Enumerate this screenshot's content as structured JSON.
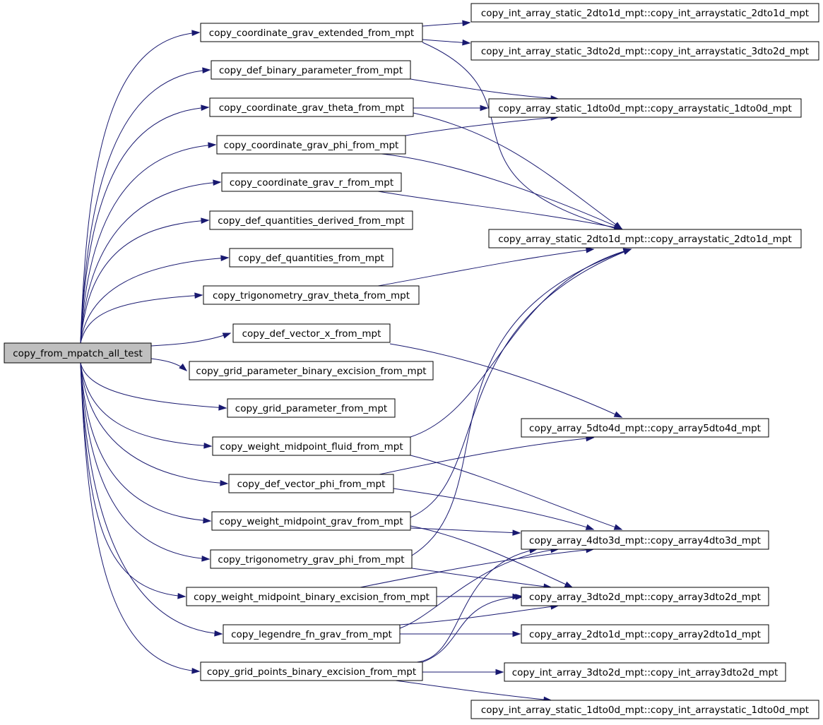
{
  "graph": {
    "type": "call-graph",
    "edge_color": "#191970",
    "root_fill": "#bfbfbf",
    "nodes": [
      {
        "id": "root",
        "label": "copy_from_mpatch_all_test",
        "root": true
      },
      {
        "id": "n1",
        "label": "copy_coordinate_grav_extended_from_mpt"
      },
      {
        "id": "n2",
        "label": "copy_def_binary_parameter_from_mpt"
      },
      {
        "id": "n3",
        "label": "copy_coordinate_grav_theta_from_mpt"
      },
      {
        "id": "n4",
        "label": "copy_coordinate_grav_phi_from_mpt"
      },
      {
        "id": "n5",
        "label": "copy_coordinate_grav_r_from_mpt"
      },
      {
        "id": "n6",
        "label": "copy_def_quantities_derived_from_mpt"
      },
      {
        "id": "n7",
        "label": "copy_def_quantities_from_mpt"
      },
      {
        "id": "n8",
        "label": "copy_trigonometry_grav_theta_from_mpt"
      },
      {
        "id": "n9",
        "label": "copy_def_vector_x_from_mpt"
      },
      {
        "id": "n10",
        "label": "copy_grid_parameter_binary_excision_from_mpt"
      },
      {
        "id": "n11",
        "label": "copy_grid_parameter_from_mpt"
      },
      {
        "id": "n12",
        "label": "copy_weight_midpoint_fluid_from_mpt"
      },
      {
        "id": "n13",
        "label": "copy_def_vector_phi_from_mpt"
      },
      {
        "id": "n14",
        "label": "copy_weight_midpoint_grav_from_mpt"
      },
      {
        "id": "n15",
        "label": "copy_trigonometry_grav_phi_from_mpt"
      },
      {
        "id": "n16",
        "label": "copy_weight_midpoint_binary_excision_from_mpt"
      },
      {
        "id": "n17",
        "label": "copy_legendre_fn_grav_from_mpt"
      },
      {
        "id": "n18",
        "label": "copy_grid_points_binary_excision_from_mpt"
      },
      {
        "id": "t1",
        "label": "copy_int_array_static_2dto1d_mpt::copy_int_arraystatic_2dto1d_mpt"
      },
      {
        "id": "t2",
        "label": "copy_int_array_static_3dto2d_mpt::copy_int_arraystatic_3dto2d_mpt"
      },
      {
        "id": "t3",
        "label": "copy_array_static_1dto0d_mpt::copy_arraystatic_1dto0d_mpt"
      },
      {
        "id": "t4",
        "label": "copy_array_static_2dto1d_mpt::copy_arraystatic_2dto1d_mpt"
      },
      {
        "id": "t5",
        "label": "copy_array_5dto4d_mpt::copy_array5dto4d_mpt"
      },
      {
        "id": "t6",
        "label": "copy_array_4dto3d_mpt::copy_array4dto3d_mpt"
      },
      {
        "id": "t7",
        "label": "copy_array_3dto2d_mpt::copy_array3dto2d_mpt"
      },
      {
        "id": "t8",
        "label": "copy_array_2dto1d_mpt::copy_array2dto1d_mpt"
      },
      {
        "id": "t9",
        "label": "copy_int_array_3dto2d_mpt::copy_int_array3dto2d_mpt"
      },
      {
        "id": "t10",
        "label": "copy_int_array_static_1dto0d_mpt::copy_int_arraystatic_1dto0d_mpt"
      }
    ],
    "edges": [
      {
        "from": "root",
        "to": "n1"
      },
      {
        "from": "root",
        "to": "n2"
      },
      {
        "from": "root",
        "to": "n3"
      },
      {
        "from": "root",
        "to": "n4"
      },
      {
        "from": "root",
        "to": "n5"
      },
      {
        "from": "root",
        "to": "n6"
      },
      {
        "from": "root",
        "to": "n7"
      },
      {
        "from": "root",
        "to": "n8"
      },
      {
        "from": "root",
        "to": "n9"
      },
      {
        "from": "root",
        "to": "n10"
      },
      {
        "from": "root",
        "to": "n11"
      },
      {
        "from": "root",
        "to": "n12"
      },
      {
        "from": "root",
        "to": "n13"
      },
      {
        "from": "root",
        "to": "n14"
      },
      {
        "from": "root",
        "to": "n15"
      },
      {
        "from": "root",
        "to": "n16"
      },
      {
        "from": "root",
        "to": "n17"
      },
      {
        "from": "root",
        "to": "n18"
      },
      {
        "from": "n1",
        "to": "t1"
      },
      {
        "from": "n1",
        "to": "t2"
      },
      {
        "from": "n1",
        "to": "t4"
      },
      {
        "from": "n2",
        "to": "t3"
      },
      {
        "from": "n3",
        "to": "t3"
      },
      {
        "from": "n3",
        "to": "t4"
      },
      {
        "from": "n4",
        "to": "t3"
      },
      {
        "from": "n4",
        "to": "t4"
      },
      {
        "from": "n5",
        "to": "t4"
      },
      {
        "from": "n8",
        "to": "t4"
      },
      {
        "from": "n9",
        "to": "t5"
      },
      {
        "from": "n12",
        "to": "t4"
      },
      {
        "from": "n12",
        "to": "t6"
      },
      {
        "from": "n13",
        "to": "t5"
      },
      {
        "from": "n13",
        "to": "t6"
      },
      {
        "from": "n14",
        "to": "t4"
      },
      {
        "from": "n14",
        "to": "t6"
      },
      {
        "from": "n14",
        "to": "t7"
      },
      {
        "from": "n15",
        "to": "t4"
      },
      {
        "from": "n15",
        "to": "t7"
      },
      {
        "from": "n16",
        "to": "t6"
      },
      {
        "from": "n16",
        "to": "t7"
      },
      {
        "from": "n17",
        "to": "t6"
      },
      {
        "from": "n17",
        "to": "t7"
      },
      {
        "from": "n17",
        "to": "t8"
      },
      {
        "from": "n18",
        "to": "t6"
      },
      {
        "from": "n18",
        "to": "t7"
      },
      {
        "from": "n18",
        "to": "t9"
      },
      {
        "from": "n18",
        "to": "t10"
      }
    ]
  }
}
